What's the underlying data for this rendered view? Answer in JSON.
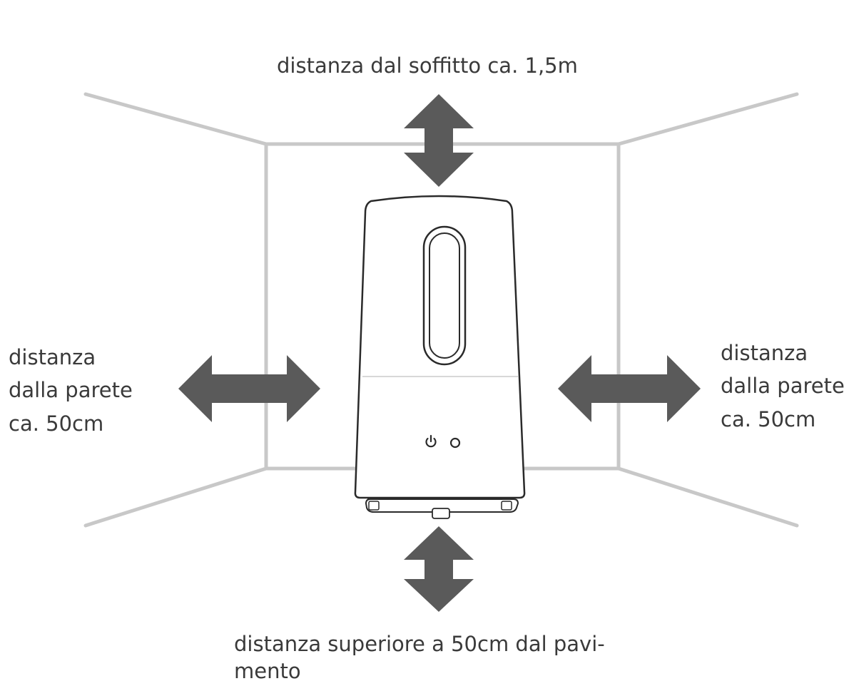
{
  "labels": {
    "top": "distanza dal soffitto ca. 1,5m",
    "left": {
      "line1": "distanza",
      "line2": "dalla parete",
      "line3": "ca. 50cm"
    },
    "right": {
      "line1": "distanza",
      "line2": "dalla parete",
      "line3": "ca. 50cm"
    },
    "bottom": {
      "line1": "distanza superiore a 50cm dal pavi-",
      "line2": "mento"
    }
  },
  "colors": {
    "room_lines": "#c8c8c8",
    "arrow_fill": "#5a5a5a",
    "device_outline": "#2a2a2a",
    "text": "#3a3a3a"
  },
  "icons": {
    "top_arrow": "double-arrow-vertical-icon",
    "bottom_arrow": "double-arrow-vertical-icon",
    "left_arrow": "double-arrow-horizontal-icon",
    "right_arrow": "double-arrow-horizontal-icon",
    "power_button": "power-icon",
    "mode_button": "circle-icon"
  }
}
